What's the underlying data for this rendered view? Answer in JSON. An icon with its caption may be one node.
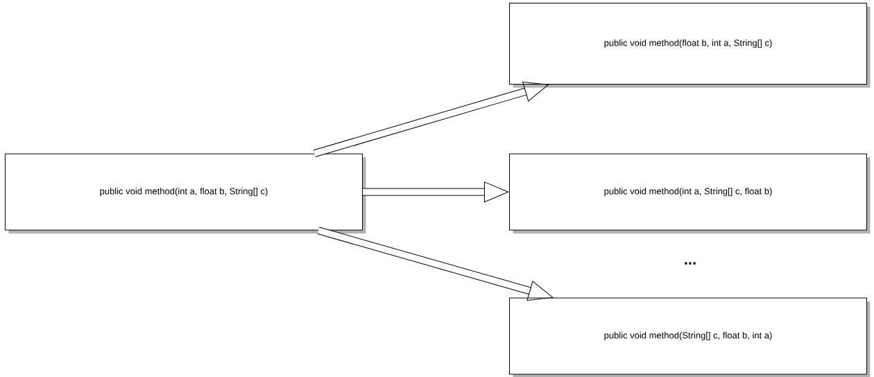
{
  "diagram": {
    "nodes": [
      {
        "text": [
          "public void method(int a, float b, String[] c)"
        ]
      },
      {
        "text": [
          "public void method(float b, int a, String[] c)"
        ]
      },
      {
        "text": [
          "public void method(int a, String[] c, float b)"
        ]
      },
      {
        "text": [
          "public void method(String[] c, float b, int a)"
        ]
      }
    ],
    "edges": [
      {
        "from": 0,
        "to": 1,
        "arrow": "to"
      },
      {
        "from": 0,
        "to": 2,
        "arrow": "to"
      },
      {
        "from": 0,
        "to": 3,
        "arrow": "to"
      }
    ],
    "labels": [
      "..."
    ]
  }
}
